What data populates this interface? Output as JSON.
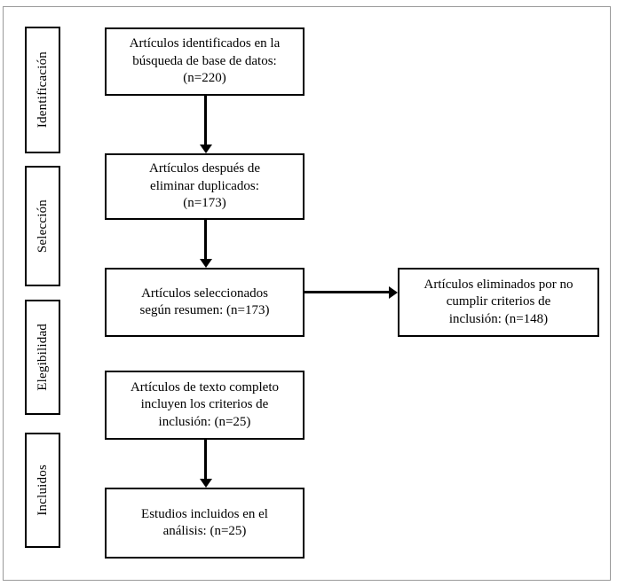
{
  "figure": {
    "type": "prisma-flow-diagram",
    "language": "es",
    "colors": {
      "box_border": "#000000",
      "frame_border": "#9a9a9a",
      "background": "#ffffff",
      "text": "#000000",
      "connector": "#000000"
    }
  },
  "stages": [
    {
      "id": "identificacion",
      "label": "Identificación"
    },
    {
      "id": "seleccion",
      "label": "Selección"
    },
    {
      "id": "elegibilidad",
      "label": "Elegibilidad"
    },
    {
      "id": "incluidos",
      "label": "Incluidos"
    }
  ],
  "nodes": [
    {
      "id": "identificados",
      "text": "Artículos identificados en la\nbúsqueda de base de datos:\n(n=220)",
      "count": 220
    },
    {
      "id": "duplicados",
      "text": "Artículos después de\neliminar duplicados:\n(n=173)",
      "count": 173
    },
    {
      "id": "seleccionados",
      "text": "Artículos seleccionados\nsegún resumen: (n=173)",
      "count": 173
    },
    {
      "id": "excluidos",
      "text": "Artículos eliminados por no\ncumplir criterios de\ninclusión: (n=148)",
      "count": 148
    },
    {
      "id": "texto-completo",
      "text": "Artículos de texto completo\nincluyen los criterios de\ninclusión: (n=25)",
      "count": 25
    },
    {
      "id": "incluidos-analisis",
      "text": "Estudios incluidos en el\nanálisis: (n=25)",
      "count": 25
    }
  ],
  "connectors": [
    {
      "id": "identificados-to-duplicados",
      "direction": "down"
    },
    {
      "id": "duplicados-to-seleccionados",
      "direction": "down"
    },
    {
      "id": "seleccionados-to-excluidos",
      "direction": "right"
    },
    {
      "id": "textocompleto-to-incluidos",
      "direction": "down"
    }
  ]
}
